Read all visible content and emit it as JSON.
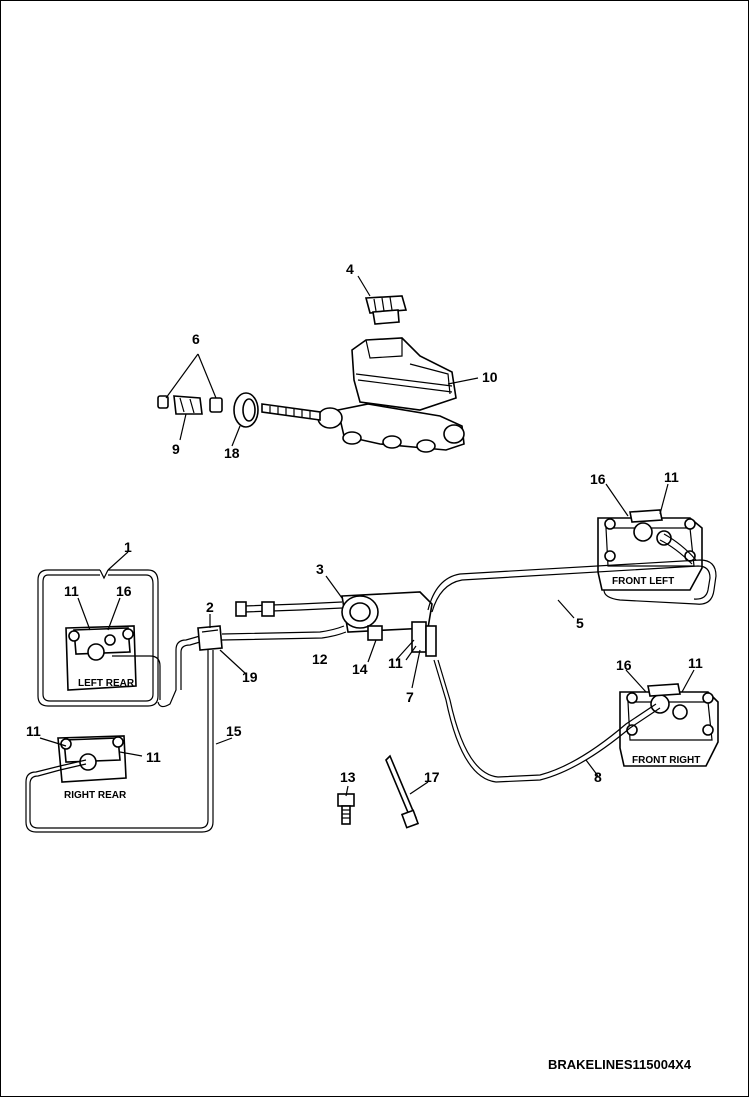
{
  "diagram": {
    "footer_code": "BRAKELINES115004X4",
    "captions": {
      "front_left": "FRONT LEFT",
      "front_right": "FRONT RIGHT",
      "left_rear": "LEFT REAR",
      "right_rear": "RIGHT REAR"
    },
    "callouts": {
      "c1": "1",
      "c2": "2",
      "c3": "3",
      "c4": "4",
      "c5": "5",
      "c6": "6",
      "c7": "7",
      "c8": "8",
      "c9": "9",
      "c10": "10",
      "c11_fl": "11",
      "c11_fr": "11",
      "c11_mid": "11",
      "c11_lr": "11",
      "c11_rr": "11",
      "c11_rr2": "11",
      "c12": "12",
      "c13": "13",
      "c14": "14",
      "c15": "15",
      "c16_fl": "16",
      "c16_fr": "16",
      "c16_lr": "16",
      "c17": "17",
      "c18": "18",
      "c19": "19"
    }
  }
}
